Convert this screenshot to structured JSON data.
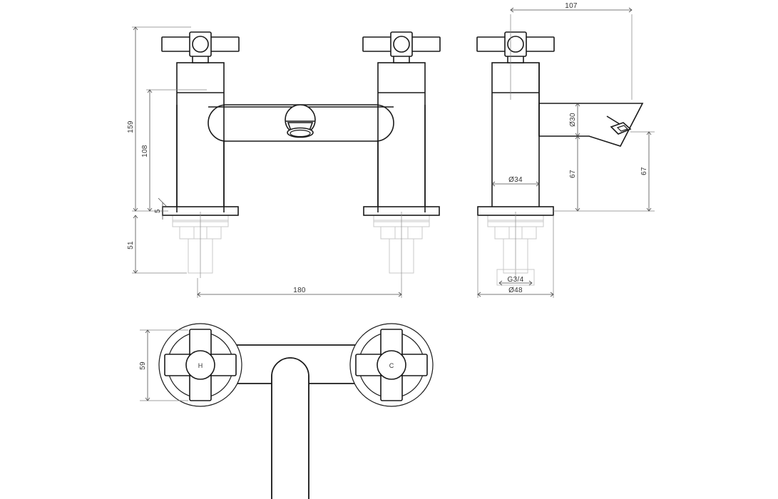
{
  "drawing": {
    "title": "Bath filler tap technical drawing",
    "background_color": "#ffffff",
    "line_color": "#1a1a1a",
    "dim_line_color": "#4d4d4d",
    "faint_line_color": "#c9c9c9",
    "units": "mm"
  },
  "views": {
    "front": {
      "name": "front-elevation",
      "label": ""
    },
    "side": {
      "name": "side-elevation",
      "label": ""
    },
    "plan": {
      "name": "plan-view",
      "label": ""
    }
  },
  "dimensions": {
    "front": {
      "overall_height": "159",
      "spout_height": "108",
      "flange_thickness": "5",
      "tail_length": "51",
      "centres_width": "180"
    },
    "side": {
      "projection": "107",
      "spout_diameter": "Ø30",
      "body_diameter": "Ø34",
      "spout_height": "67",
      "outlet_height": "67",
      "thread": "G3/4",
      "base_diameter": "Ø48"
    },
    "plan": {
      "handle_span": "59"
    }
  },
  "handle_labels": {
    "hot": "H",
    "cold": "C"
  }
}
